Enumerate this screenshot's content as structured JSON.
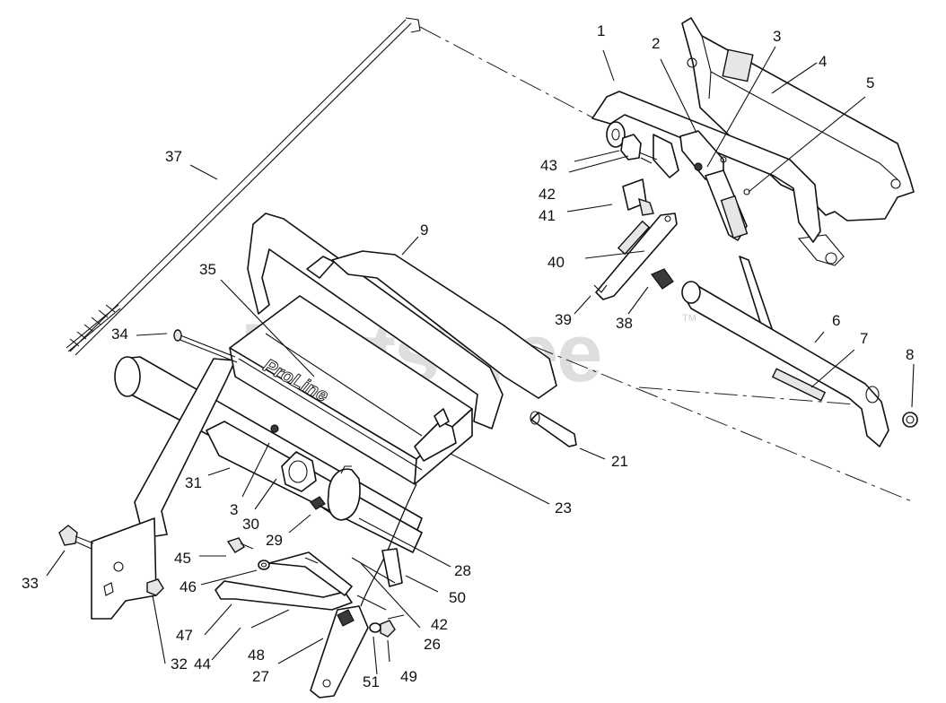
{
  "watermark": {
    "text": "PartsTree",
    "trademark": "TM"
  },
  "housing_logo": "ProLine",
  "callouts": [
    {
      "id": "c1",
      "label": "1"
    },
    {
      "id": "c2",
      "label": "2"
    },
    {
      "id": "c3a",
      "label": "3"
    },
    {
      "id": "c4",
      "label": "4"
    },
    {
      "id": "c5",
      "label": "5"
    },
    {
      "id": "c6",
      "label": "6"
    },
    {
      "id": "c7",
      "label": "7"
    },
    {
      "id": "c8",
      "label": "8"
    },
    {
      "id": "c9",
      "label": "9"
    },
    {
      "id": "c21",
      "label": "21"
    },
    {
      "id": "c23",
      "label": "23"
    },
    {
      "id": "c26",
      "label": "26"
    },
    {
      "id": "c27",
      "label": "27"
    },
    {
      "id": "c28",
      "label": "28"
    },
    {
      "id": "c29",
      "label": "29"
    },
    {
      "id": "c30",
      "label": "30"
    },
    {
      "id": "c31",
      "label": "31"
    },
    {
      "id": "c32",
      "label": "32"
    },
    {
      "id": "c33",
      "label": "33"
    },
    {
      "id": "c34",
      "label": "34"
    },
    {
      "id": "c35",
      "label": "35"
    },
    {
      "id": "c37",
      "label": "37"
    },
    {
      "id": "c38",
      "label": "38"
    },
    {
      "id": "c39",
      "label": "39"
    },
    {
      "id": "c40",
      "label": "40"
    },
    {
      "id": "c41",
      "label": "41"
    },
    {
      "id": "c42a",
      "label": "42"
    },
    {
      "id": "c42b",
      "label": "42"
    },
    {
      "id": "c43",
      "label": "43"
    },
    {
      "id": "c44",
      "label": "44"
    },
    {
      "id": "c45",
      "label": "45"
    },
    {
      "id": "c46",
      "label": "46"
    },
    {
      "id": "c47",
      "label": "47"
    },
    {
      "id": "c48",
      "label": "48"
    },
    {
      "id": "c49",
      "label": "49"
    },
    {
      "id": "c50",
      "label": "50"
    },
    {
      "id": "c51",
      "label": "51"
    },
    {
      "id": "c3b",
      "label": "3"
    }
  ]
}
